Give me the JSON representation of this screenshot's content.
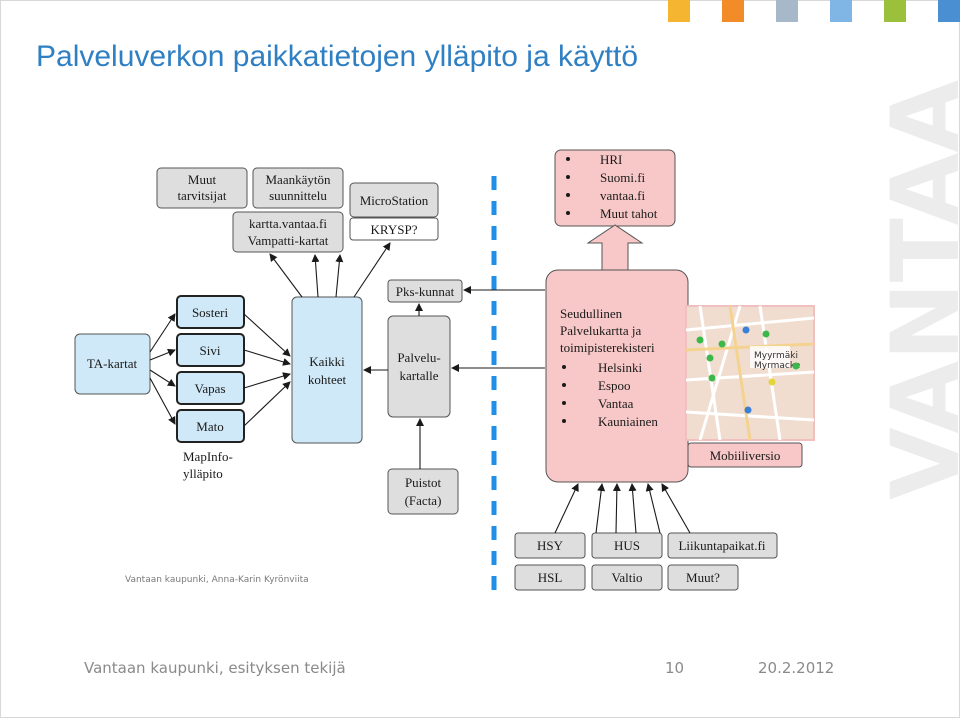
{
  "header": {
    "title": "Palveluverkon paikkatietojen ylläpito ja käyttö",
    "squares": [
      "#f5b531",
      "#f28c28",
      "#a7b8c9",
      "#7fb6e6",
      "#9bc13c",
      "#4a8fd1"
    ],
    "watermark": "VANTAA"
  },
  "colors": {
    "title": "#2f7fc3",
    "gray_box": "#dedede",
    "blue_box": "#cfe9f8",
    "pink_box": "#f8c8c8",
    "divider": "#1f8fe8"
  },
  "diagram": {
    "muut_tarvitsijat": [
      "Muut",
      "tarvitsijat"
    ],
    "maankaytto": [
      "Maankäytön",
      "suunnittelu"
    ],
    "microstation": "MicroStation",
    "krysp": "KRYSP?",
    "kartta": [
      "kartta.vantaa.fi",
      "Vampatti-kartat"
    ],
    "pks_kunnat": "Pks-kunnat",
    "ta_kartat": "TA-kartat",
    "sosteri": "Sosteri",
    "sivi": "Sivi",
    "vapas": "Vapas",
    "mato": "Mato",
    "mapinfo": [
      "MapInfo-",
      "ylläpito"
    ],
    "kaikki": [
      "Kaikki",
      "kohteet"
    ],
    "palvelukartalle": [
      "Palvelu-",
      "kartalle"
    ],
    "puistot": [
      "Puistot",
      "(Facta)"
    ],
    "hri_list": [
      "HRI",
      "Suomi.fi",
      "vantaa.fi",
      "Muut tahot"
    ],
    "seudullinen": [
      "Seudullinen",
      "Palvelukartta ja",
      "toimipisterekisteri"
    ],
    "cities": [
      "Helsinki",
      "Espoo",
      "Vantaa",
      "Kauniainen"
    ],
    "mobiiliversio": "Mobiiliversio",
    "sources_row1": [
      "HSY",
      "HUS",
      "Liikuntapaikat.fi"
    ],
    "sources_row2": [
      "HSL",
      "Valtio",
      "Muut?"
    ],
    "map_labels": [
      "Myyrmäki",
      "Myrmacke"
    ],
    "map_markers": [
      "green",
      "green",
      "green",
      "blue",
      "green",
      "yellow",
      "blue",
      "green",
      "green"
    ]
  },
  "credit": "Vantaan kaupunki, Anna-Karin Kyrönviita",
  "footer": {
    "author": "Vantaan kaupunki, esityksen tekijä",
    "page": "10",
    "date": "20.2.2012"
  }
}
